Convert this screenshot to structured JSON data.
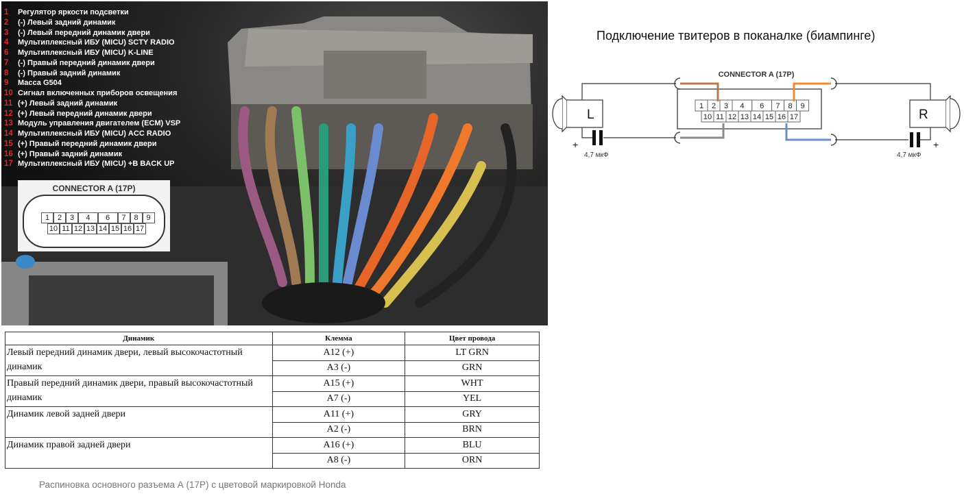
{
  "photo": {
    "legend": [
      {
        "num": "1",
        "text": "Регулятор яркости подсветки"
      },
      {
        "num": "2",
        "text": "(-) Левый задний динамик"
      },
      {
        "num": "3",
        "text": "(-) Левый передний динамик двери"
      },
      {
        "num": "4",
        "text": "Мультиплексный ИБУ (MICU) SCTY RADIO"
      },
      {
        "num": "6",
        "text": "Мультиплексный ИБУ (MICU) K-LINE"
      },
      {
        "num": "7",
        "text": "(-) Правый передний динамик двери"
      },
      {
        "num": "8",
        "text": "(-) Правый задний динамик"
      },
      {
        "num": "9",
        "text": "Масса G504"
      },
      {
        "num": "10",
        "text": "Сигнал включенных приборов освещения"
      },
      {
        "num": "11",
        "text": "(+) Левый задний динамик"
      },
      {
        "num": "12",
        "text": "(+) Левый передний динамик двери"
      },
      {
        "num": "13",
        "text": "Модуль управления двигателем (ECM) VSP"
      },
      {
        "num": "14",
        "text": "Мультиплексный ИБУ (MICU) ACC RADIO"
      },
      {
        "num": "15",
        "text": "(+) Правый передний динамик двери"
      },
      {
        "num": "16",
        "text": "(+) Правый задний динамик"
      },
      {
        "num": "17",
        "text": "Мультиплексный ИБУ (MICU) +B BACK UP"
      }
    ],
    "connector_title": "CONNECTOR A (17P)",
    "top_pins": [
      "1",
      "2",
      "3",
      "4",
      "6",
      "7",
      "8",
      "9"
    ],
    "bottom_pins": [
      "10",
      "11",
      "12",
      "13",
      "14",
      "15",
      "16",
      "17"
    ]
  },
  "table": {
    "headers": {
      "speaker": "Динамик",
      "terminal": "Клемма",
      "wire_color": "Цвет провода"
    },
    "groups": [
      {
        "speaker": "Левый передний динамик двери, левый высокочастотный динамик",
        "rows": [
          {
            "terminal": "A12 (+)",
            "color": "LT GRN"
          },
          {
            "terminal": "A3 (-)",
            "color": "GRN"
          }
        ]
      },
      {
        "speaker": "Правый передний динамик двери, правый высокочастотный динамик",
        "rows": [
          {
            "terminal": "A15 (+)",
            "color": "WHT"
          },
          {
            "terminal": "A7 (-)",
            "color": "YEL"
          }
        ]
      },
      {
        "speaker": "Динамик левой задней двери",
        "rows": [
          {
            "terminal": "A11 (+)",
            "color": "GRY"
          },
          {
            "terminal": "A2 (-)",
            "color": "BRN"
          }
        ]
      },
      {
        "speaker": "Динамик правой задней двери",
        "rows": [
          {
            "terminal": "A16 (+)",
            "color": "BLU"
          },
          {
            "terminal": "A8 (-)",
            "color": "ORN"
          }
        ]
      }
    ],
    "caption": "Распиновка основного разъема А (17P) с цветовой маркировкой Honda"
  },
  "diagram": {
    "title": "Подключение твитеров в поканалке (биампинге)",
    "connector_title": "CONNECTOR A (17P)",
    "top_pins": [
      "1",
      "2",
      "3",
      "4",
      "6",
      "7",
      "8",
      "9"
    ],
    "bottom_pins": [
      "10",
      "11",
      "12",
      "13",
      "14",
      "15",
      "16",
      "17"
    ],
    "left_label": "L",
    "right_label": "R",
    "plus": "+",
    "cap_left": "4,7 мкФ",
    "cap_right": "4,7 мкФ",
    "colors": {
      "brown": "#b8784a",
      "orange": "#f08a2c",
      "grey": "#8a8a8a",
      "blue": "#6a8fc8"
    }
  }
}
